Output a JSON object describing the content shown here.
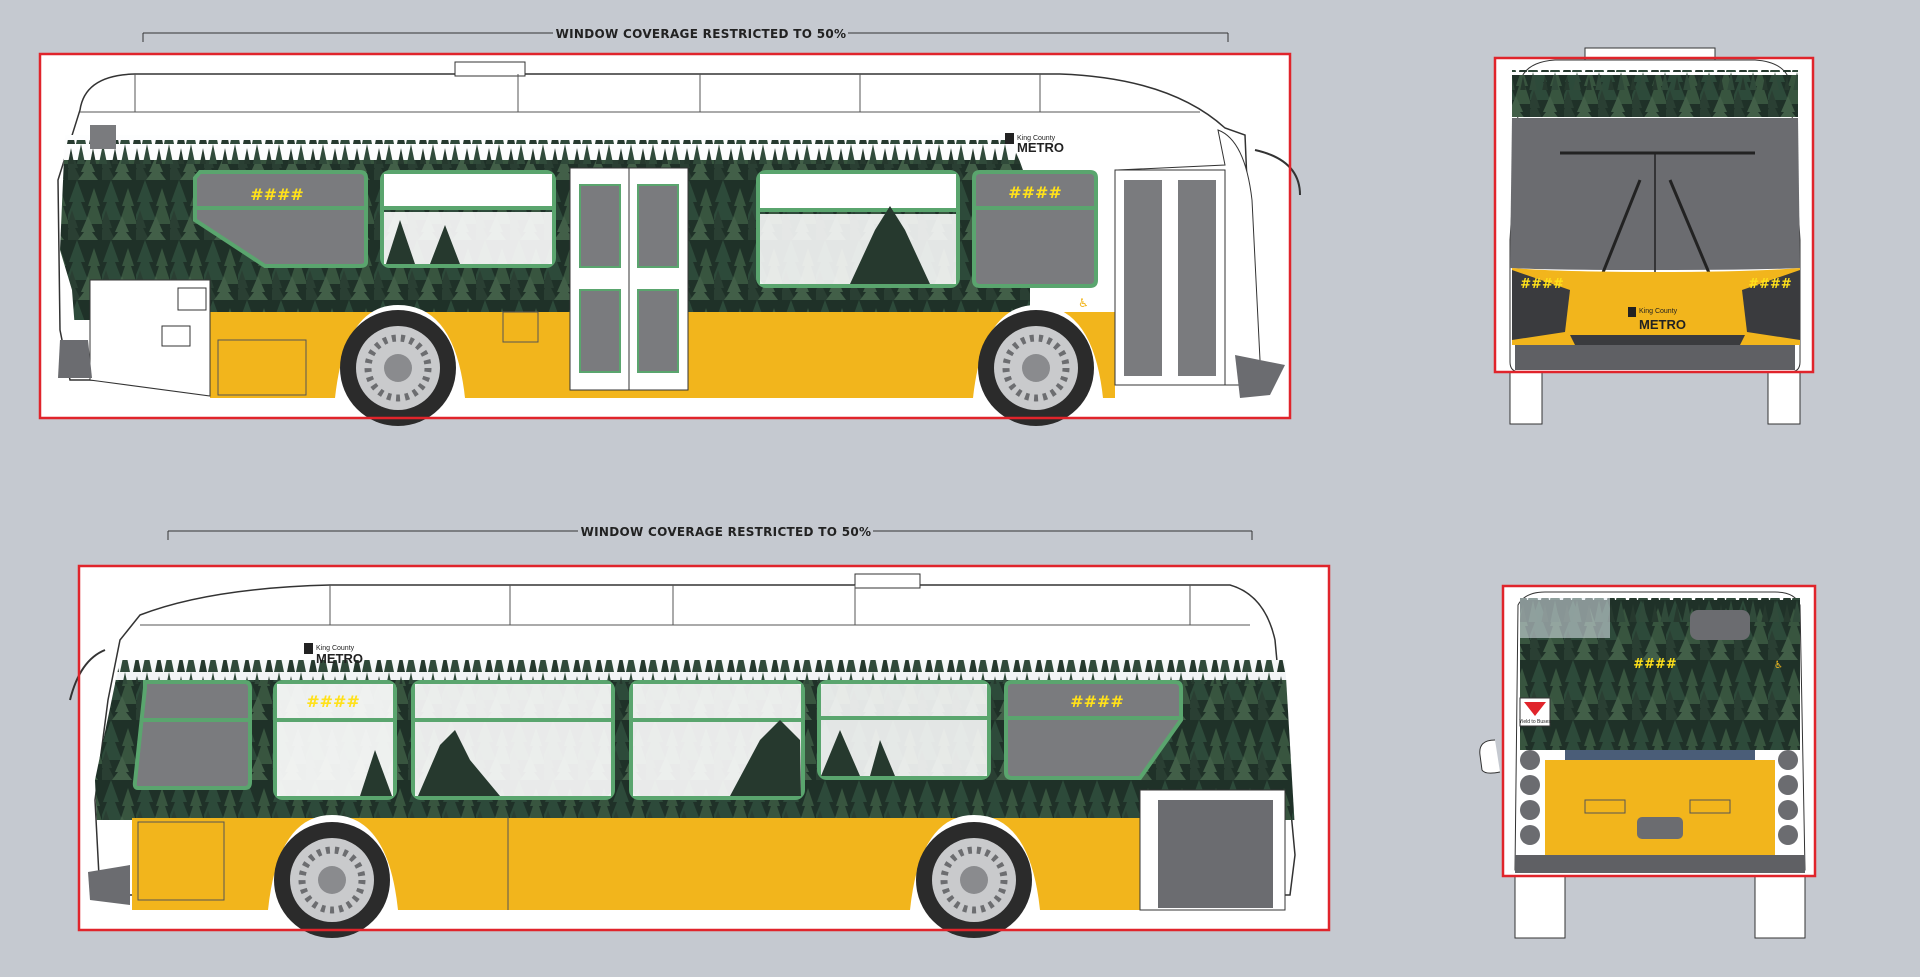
{
  "captions": {
    "top": "WINDOW COVERAGE RESTRICTED TO 50%",
    "bottom": "WINDOW COVERAGE RESTRICTED TO 50%"
  },
  "brand": {
    "line1": "King County",
    "line2": "METRO"
  },
  "placeholder_number": "####",
  "rear_sign": "Yield to Buses",
  "colors": {
    "background": "#c5c9d0",
    "restriction_border": "#e0242b",
    "bus_yellow": "#f2b51c",
    "window_outline": "#5aa56e",
    "window_fill": "#7a7b7e",
    "number_text": "#ffe11a"
  }
}
